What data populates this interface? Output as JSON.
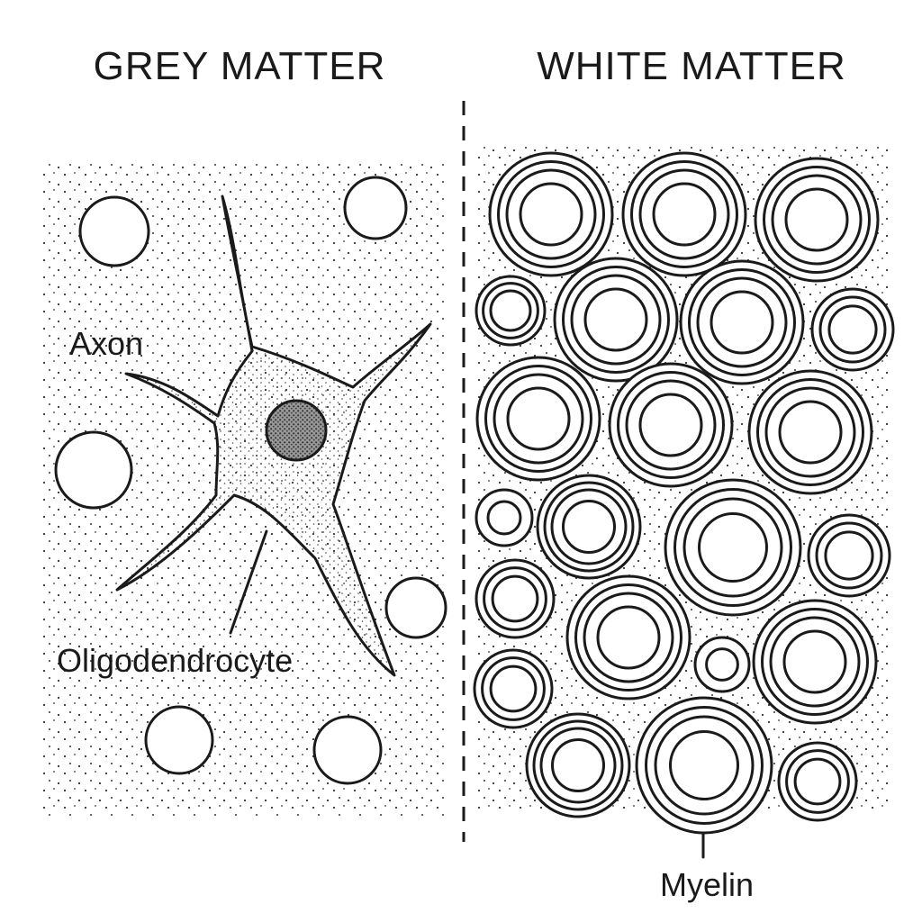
{
  "panels": {
    "left_title": "GREY MATTER",
    "right_title": "WHITE MATTER"
  },
  "labels": {
    "axon": "Axon",
    "oligodendrocyte": "Oligodendrocyte",
    "myelin": "Myelin"
  },
  "colors": {
    "ink": "#1a1a1a",
    "background": "#ffffff",
    "stipple": "#333333"
  }
}
